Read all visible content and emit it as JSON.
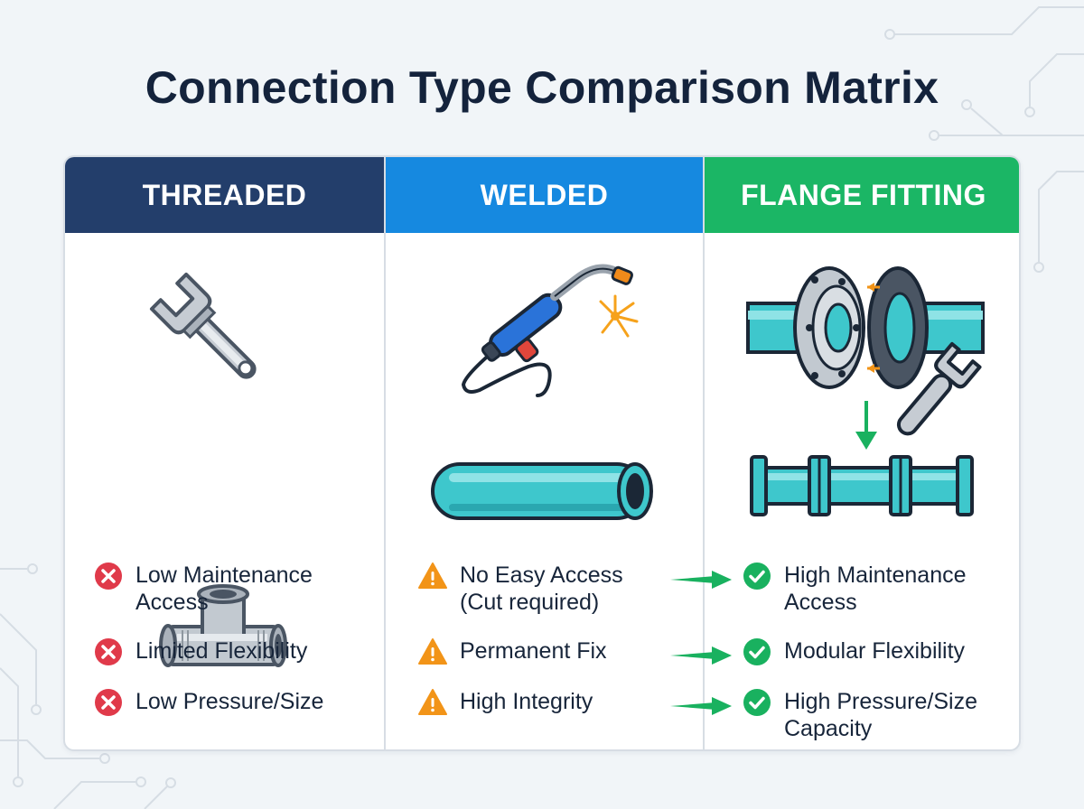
{
  "title": "Connection Type Comparison Matrix",
  "colors": {
    "threaded_header": "#233e6b",
    "welded_header": "#1689e0",
    "flange_header": "#1bb665",
    "negative": "#e03a4a",
    "warning": "#f29418",
    "positive": "#19b15f",
    "pipe": "#3ec7cc"
  },
  "columns": [
    {
      "header": "THREADED",
      "illustrations": [
        "wrench-icon",
        "pipe-tee-icon"
      ],
      "features": [
        {
          "status": "negative",
          "icon": "x-circle-icon",
          "text_lines": [
            "Low Maintenance",
            "Access"
          ]
        },
        {
          "status": "negative",
          "icon": "x-circle-icon",
          "text_lines": [
            "Limited Flexibility"
          ]
        },
        {
          "status": "negative",
          "icon": "x-circle-icon",
          "text_lines": [
            "Low Pressure/Size"
          ]
        }
      ]
    },
    {
      "header": "WELDED",
      "illustrations": [
        "welding-torch-icon",
        "welded-pipe-icon"
      ],
      "features": [
        {
          "status": "warning",
          "icon": "warning-triangle-icon",
          "text_lines": [
            "No Easy Access",
            "(Cut required)"
          ]
        },
        {
          "status": "warning",
          "icon": "warning-triangle-icon",
          "text_lines": [
            "Permanent Fix"
          ]
        },
        {
          "status": "warning",
          "icon": "warning-triangle-icon",
          "text_lines": [
            "High Integrity"
          ]
        }
      ]
    },
    {
      "header": "FLANGE FITTING",
      "illustrations": [
        "flange-assembly-icon",
        "flanged-pipe-icon"
      ],
      "features": [
        {
          "status": "positive",
          "icon": "check-circle-icon",
          "text_lines": [
            "High Maintenance",
            "Access"
          ]
        },
        {
          "status": "positive",
          "icon": "check-circle-icon",
          "text_lines": [
            "Modular Flexibility"
          ]
        },
        {
          "status": "positive",
          "icon": "check-circle-icon",
          "text_lines": [
            "High Pressure/Size",
            "Capacity"
          ]
        }
      ]
    }
  ]
}
